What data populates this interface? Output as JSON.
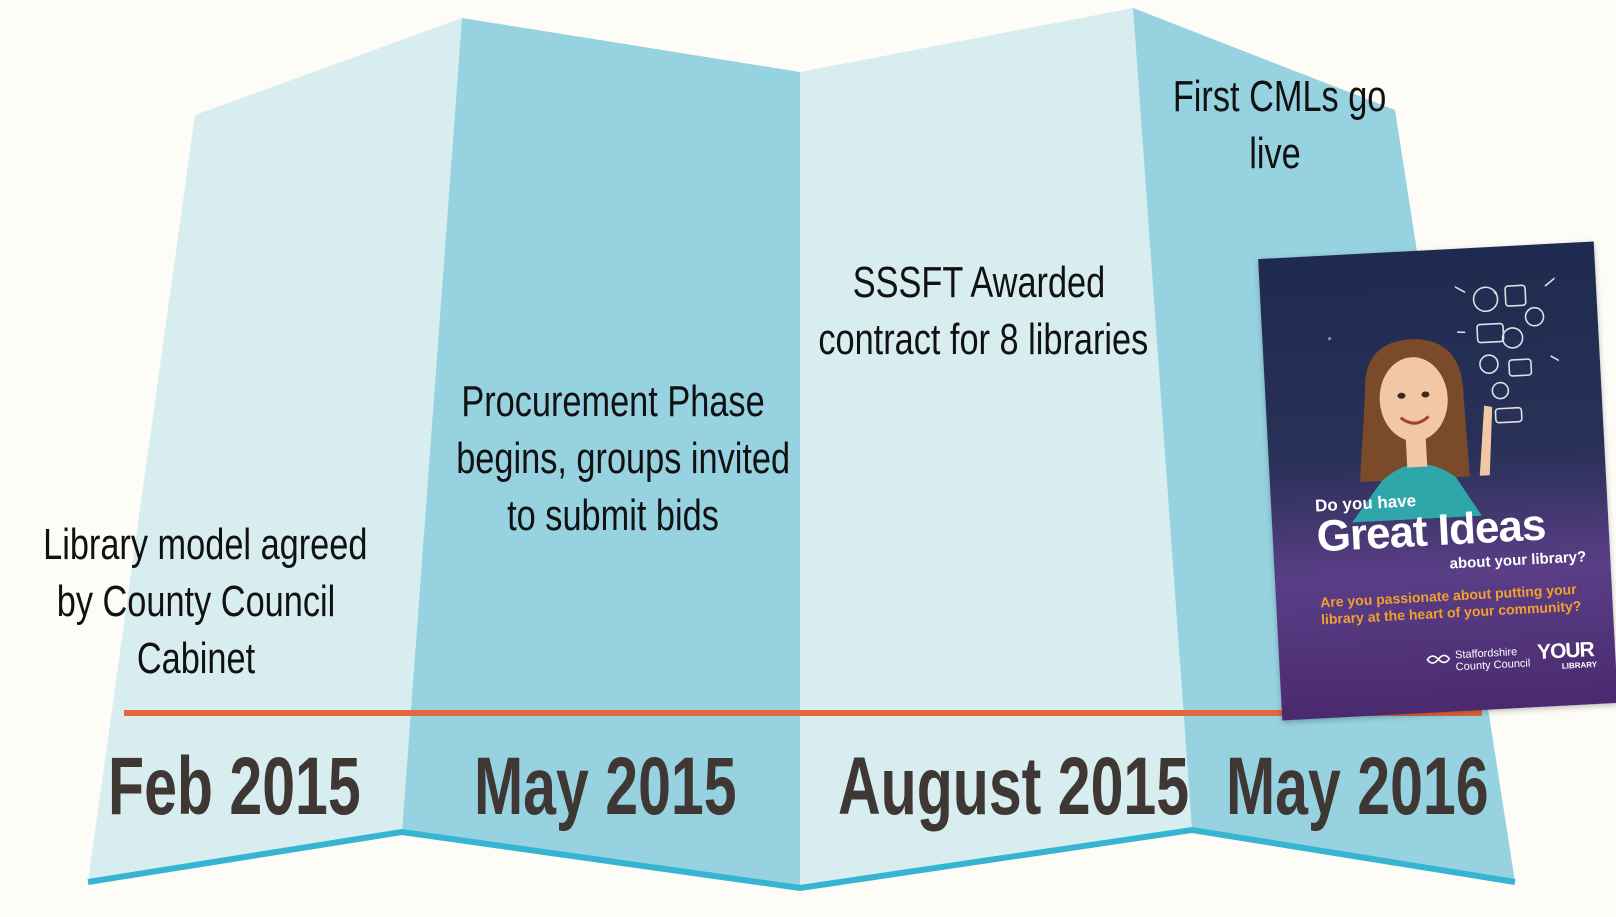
{
  "timeline": {
    "events": [
      {
        "text_lines": [
          "Library model agreed",
          "by County Council",
          "Cabinet"
        ],
        "date": "Feb 2015"
      },
      {
        "text_lines": [
          "Procurement Phase",
          "begins, groups invited",
          "to submit bids"
        ],
        "date": "May 2015"
      },
      {
        "text_lines": [
          "SSSFT Awarded",
          "contract for 8 libraries"
        ],
        "date": "August 2015"
      },
      {
        "text_lines": [
          "First CMLs go",
          "live"
        ],
        "date": "May 2016"
      }
    ],
    "colors": {
      "panel_light": "#d8edf0",
      "panel_dark": "#96d2e0",
      "timeline_line": "#e0683a",
      "bottom_edge": "#35b5d2",
      "date_text": "#3f3733",
      "event_text": "#111111"
    }
  },
  "poster": {
    "question": "Do you have",
    "headline": "Great Ideas",
    "subline": "about your library?",
    "prompt": "Are you passionate about putting your library at the heart of your community?",
    "council_line1": "Staffordshire",
    "council_line2": "County Council",
    "brand": "YOUR",
    "brand_sub": "LIBRARY"
  }
}
